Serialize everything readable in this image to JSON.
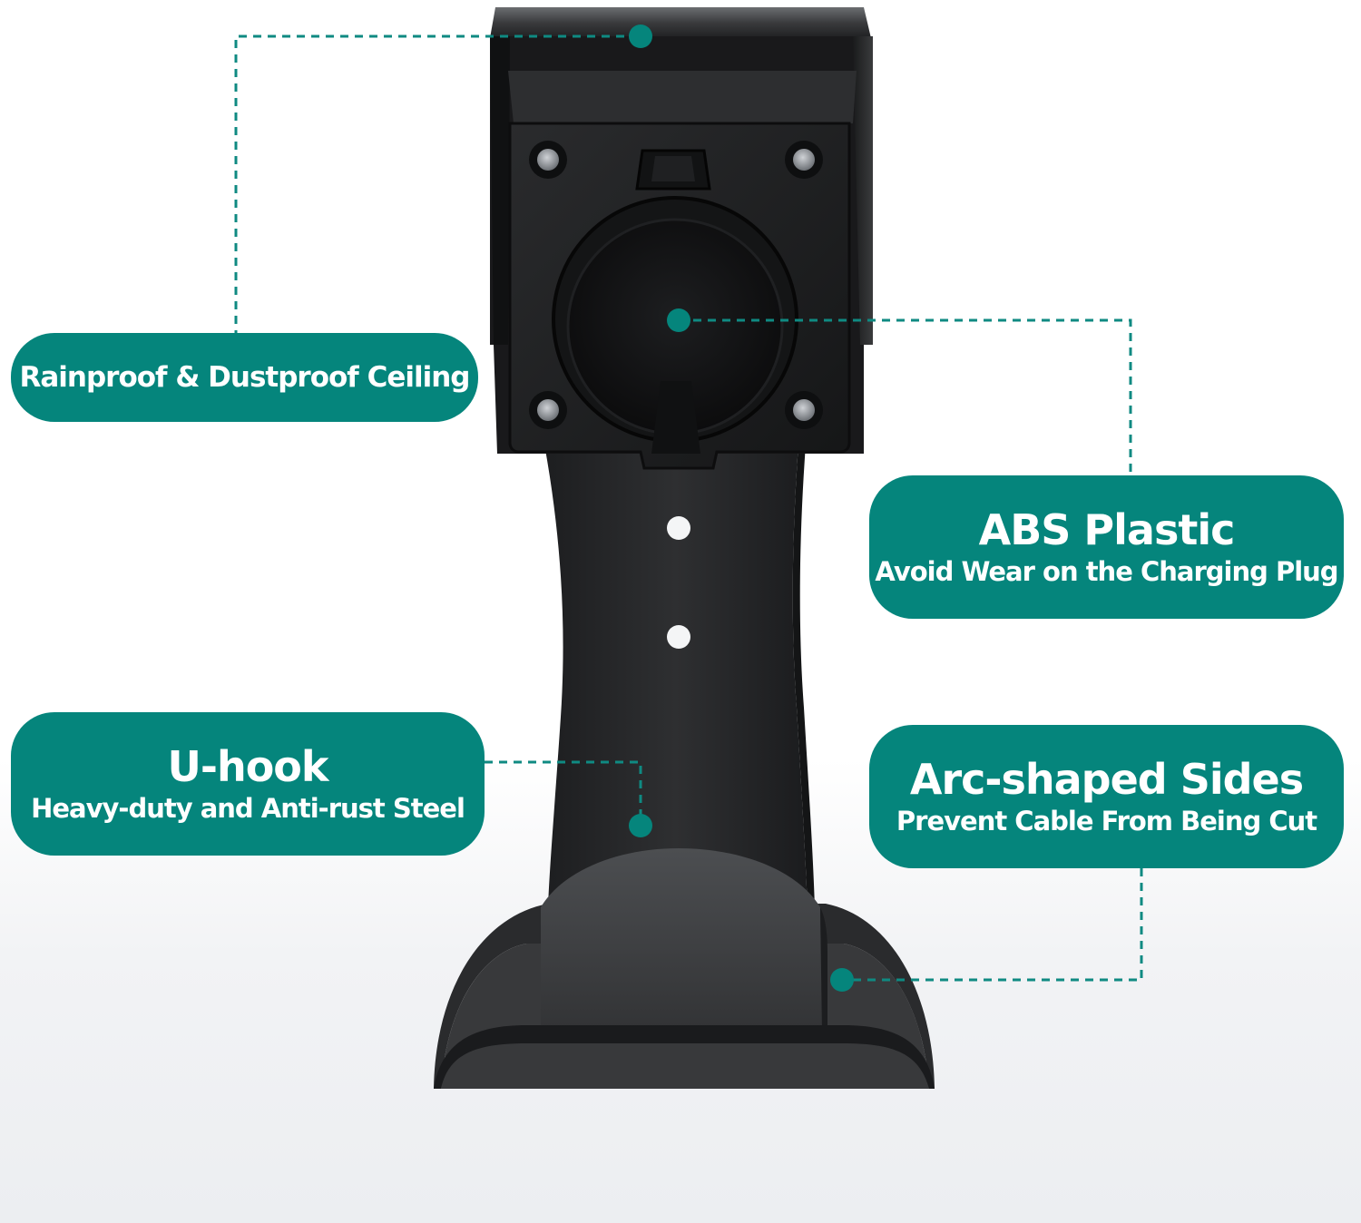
{
  "colors": {
    "accent": "#05857c",
    "bracket": "#2b2c2e",
    "bracket_dark": "#121314",
    "text_on_accent": "#ffffff"
  },
  "callouts": {
    "ceiling": {
      "title": "Rainproof & Dustproof Ceiling"
    },
    "abs": {
      "title": "ABS Plastic",
      "subtitle": "Avoid Wear on the Charging Plug"
    },
    "uhook": {
      "title": "U-hook",
      "subtitle": "Heavy-duty and Anti-rust Steel"
    },
    "arc": {
      "title": "Arc-shaped Sides",
      "subtitle": "Prevent Cable From Being Cut"
    }
  }
}
